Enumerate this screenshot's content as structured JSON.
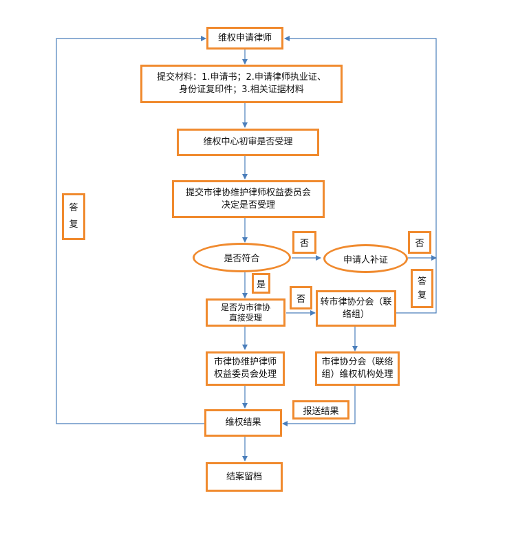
{
  "nodes": {
    "apply": "维权申请律师",
    "submit": "提交材料：1.申请书；2.申请律师执业证、\n身份证复印件；3.相关证据材料",
    "center_review": "维权中心初审是否受理",
    "committee_decide": "提交市律协维护律师权益委员会\n决定是否受理",
    "qualify": "是否符合",
    "supplement": "申请人补证",
    "direct_accept": "是否为市律协\n直接受理",
    "transfer_branch": "转市律协分会（联\n络组）",
    "committee_handle": "市律协维护律师\n权益委员会处理",
    "branch_handle": "市律协分会（联络\n组）维权机构处理",
    "result": "维权结果",
    "archive": "结案留档"
  },
  "labels": {
    "no_1": "否",
    "no_2": "否",
    "no_3": "否",
    "yes": "是",
    "report_result": "报送结果",
    "reply_left": [
      "答",
      "复"
    ],
    "reply_right": [
      "答",
      "复"
    ]
  },
  "colors": {
    "box_border": "#f08a2e",
    "line": "#4a7ebb"
  }
}
